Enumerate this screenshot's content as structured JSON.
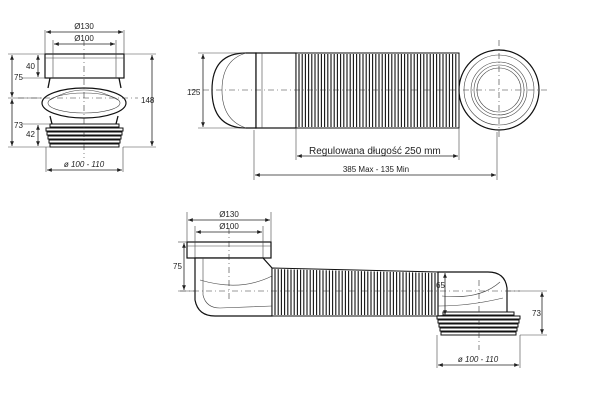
{
  "colors": {
    "line": "#222222",
    "background": "#ffffff"
  },
  "left_view": {
    "dims": {
      "outer_diameter": "Ø130",
      "inner_diameter": "Ø100",
      "height_top": "75",
      "height_cap": "40",
      "height_bottom": "73",
      "height_seal": "42",
      "height_total": "148",
      "seal_diameter": "ø 100 - 110"
    }
  },
  "top_view": {
    "dims": {
      "height": "125",
      "adjustable_length": "Regulowana długość 250 mm",
      "total_length": "385 Max - 135 Min"
    }
  },
  "bottom_view": {
    "dims": {
      "outer_diameter": "Ø130",
      "inner_diameter": "Ø100",
      "height_left": "75",
      "pipe_diameter": "65",
      "height_right": "73",
      "seal_diameter": "ø 100 - 110"
    }
  }
}
